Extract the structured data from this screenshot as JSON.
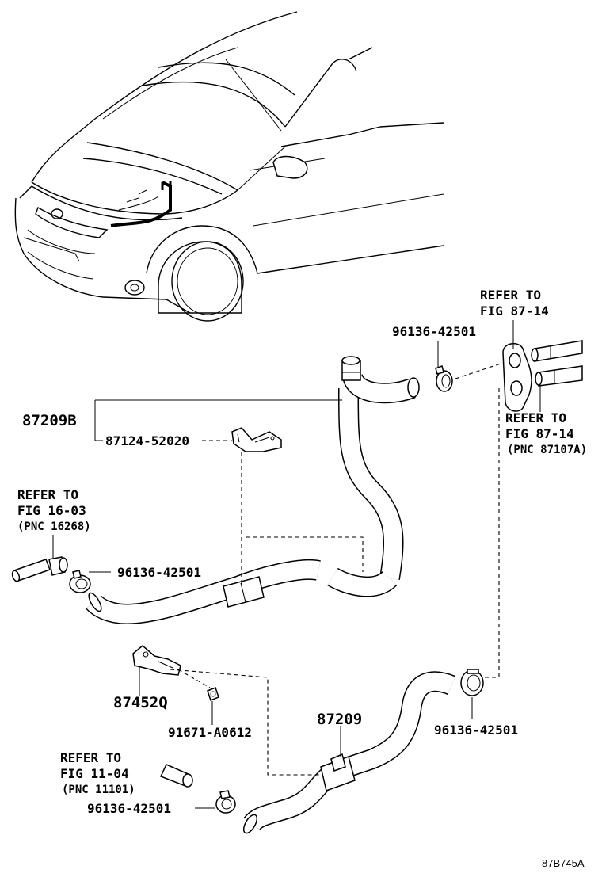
{
  "figure_id": "87B745A",
  "labels": {
    "hose_assy": "87209B",
    "bracket_part": "87124-52020",
    "clamp": "96136-42501",
    "clamp_upper": "96136-42501",
    "clamp_mid_left": "96136-42501",
    "clamp_lower_right": "96136-42501",
    "clamp_lower_left": "96136-42501",
    "clamp_bracket": "87452Q",
    "bolt": "91671-A0612",
    "lower_hose": "87209"
  },
  "refs": {
    "fig87_top": {
      "line1": "REFER TO",
      "line2": "FIG 87-14"
    },
    "fig87_right": {
      "line1": "REFER TO",
      "line2": "FIG 87-14",
      "line3": "(PNC 87107A)"
    },
    "fig16": {
      "line1": "REFER TO",
      "line2": "FIG 16-03",
      "line3": "(PNC 16268)"
    },
    "fig11": {
      "line1": "REFER TO",
      "line2": "FIG 11-04",
      "line3": "(PNC 11101)"
    }
  }
}
